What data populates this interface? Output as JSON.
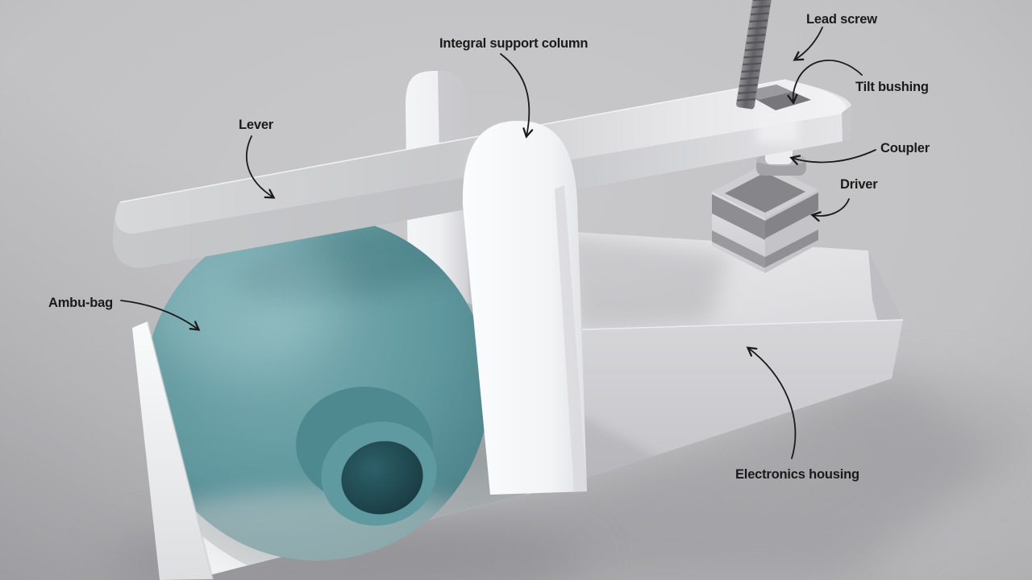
{
  "scene": {
    "description": "Annotated 3D render of an Ambu-bag ventilator compression mechanism",
    "colors": {
      "background": "#c2c2c4",
      "annotation_ink": "#1a1a1a",
      "ambu_bag_teal": "#5e969c",
      "ambu_bag_dark_teal": "#1c454c",
      "device_white": "#efeff1",
      "metal_gray": "#69696d"
    }
  },
  "annotations": {
    "lead_screw": {
      "label": "Lead screw"
    },
    "tilt_bushing": {
      "label": "Tilt bushing"
    },
    "coupler": {
      "label": "Coupler"
    },
    "driver": {
      "label": "Driver"
    },
    "integral_support_column": {
      "label": "Integral support column"
    },
    "lever": {
      "label": "Lever"
    },
    "ambu_bag": {
      "label": "Ambu-bag"
    },
    "electronics_housing": {
      "label": "Electronics housing"
    }
  }
}
